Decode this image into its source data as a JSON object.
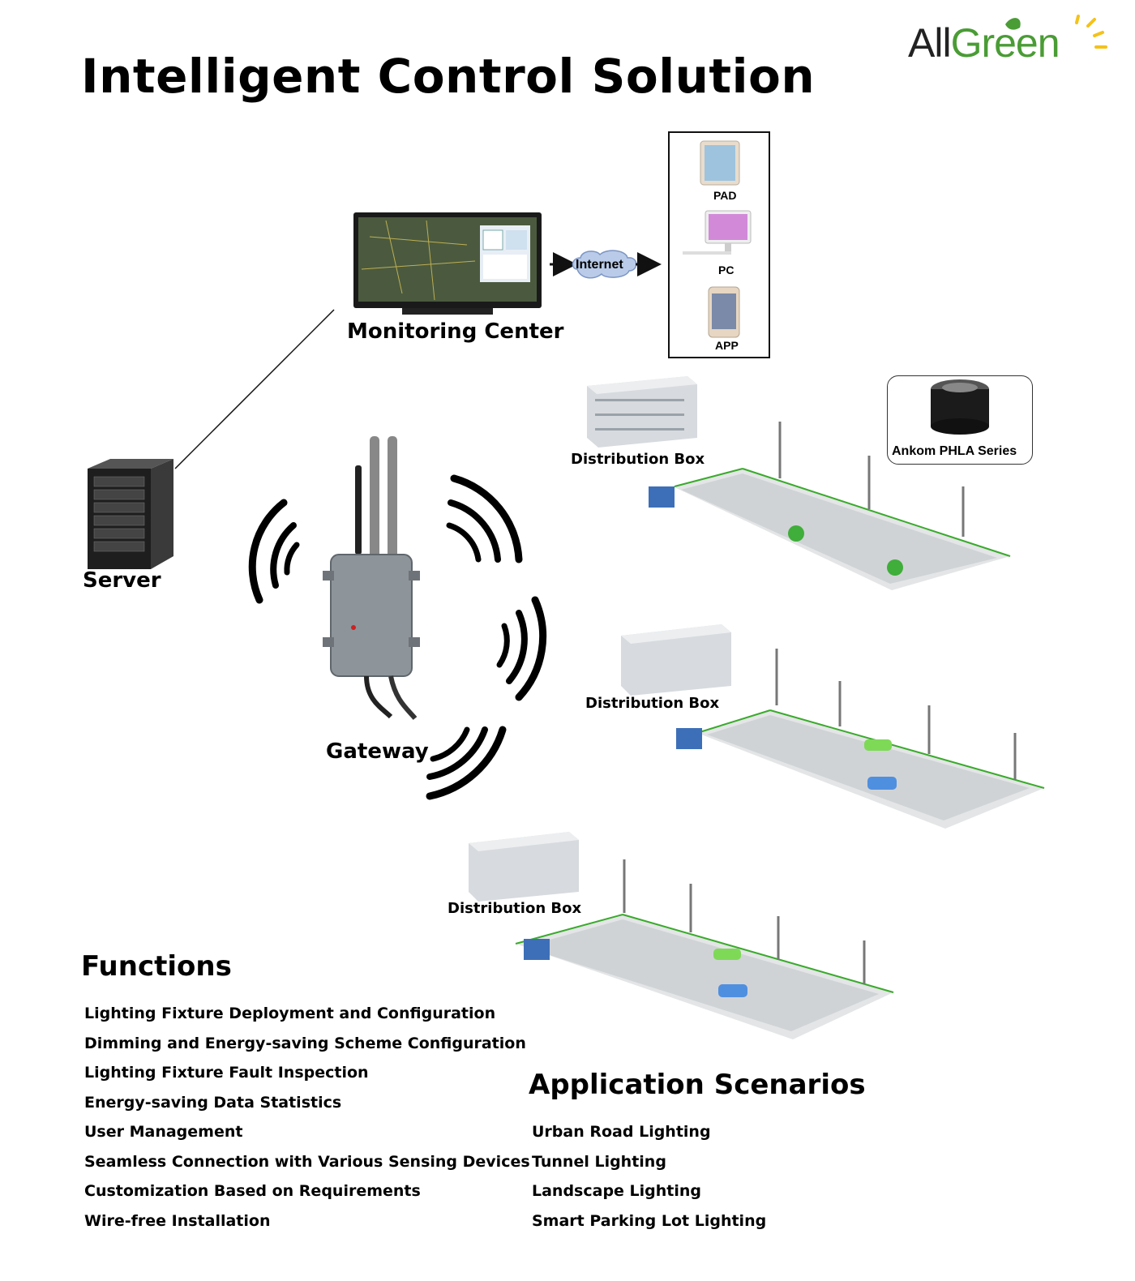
{
  "title": "Intelligent Control Solution",
  "logo": {
    "text_all": "All",
    "text_green": "Green",
    "brand_green": "#4a9c35"
  },
  "diagram": {
    "monitoring_center": "Monitoring Center",
    "internet": "Internet",
    "devices": [
      "PAD",
      "PC",
      "APP"
    ],
    "server": "Server",
    "gateway": "Gateway",
    "distribution_box": "Distribution Box",
    "controller": "Ankom PHLA Series"
  },
  "functions": {
    "heading": "Functions",
    "items": [
      "Lighting Fixture Deployment and Configuration",
      "Dimming and Energy-saving Scheme Configuration",
      "Lighting Fixture Fault Inspection",
      "Energy-saving Data Statistics",
      "User Management",
      "Seamless Connection with Various Sensing Devices",
      "Customization Based on Requirements",
      "Wire-free Installation"
    ]
  },
  "applications": {
    "heading": "Application Scenarios",
    "items": [
      "Urban Road Lighting",
      "Tunnel Lighting",
      "Landscape Lighting",
      "Smart Parking Lot Lighting"
    ]
  }
}
